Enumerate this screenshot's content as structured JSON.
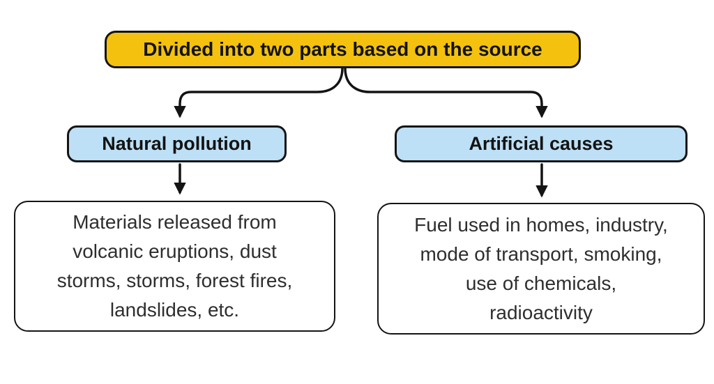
{
  "diagram": {
    "root": {
      "label": "Divided into two parts based on the source"
    },
    "branches": [
      {
        "title": "Natural pollution",
        "description": "Materials released from\nvolcanic eruptions, dust\nstorms, storms, forest fires,\nlandslides, etc."
      },
      {
        "title": "Artificial causes",
        "description": "Fuel used in homes, industry,\nmode of transport, smoking,\nuse of chemicals,\nradioactivity"
      }
    ]
  },
  "colors": {
    "background": "#FFFFFF",
    "root_fill": "#F4C20E",
    "branch_fill": "#BDE0F6",
    "border": "#141414",
    "heading_text": "#131313",
    "body_text": "#2E2E2E"
  }
}
